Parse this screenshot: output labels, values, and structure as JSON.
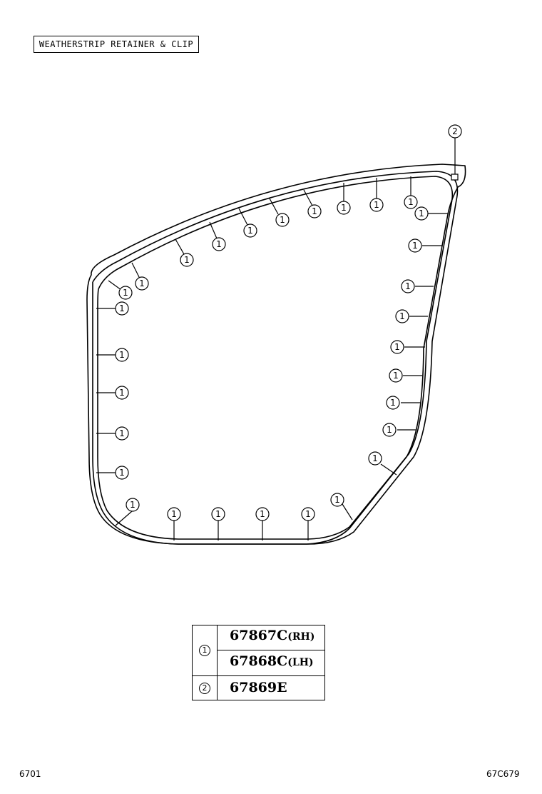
{
  "title": "WEATHERSTRIP RETAINER & CLIP",
  "callouts": {
    "clip": "1",
    "retainer": "2"
  },
  "parts": [
    {
      "ref": "1",
      "number": "67867C",
      "side": "(RH)"
    },
    {
      "ref": "1",
      "number": "67868C",
      "side": "(LH)"
    },
    {
      "ref": "2",
      "number": "67869E",
      "side": ""
    }
  ],
  "footer": {
    "left": "6701",
    "right": "67C679"
  }
}
